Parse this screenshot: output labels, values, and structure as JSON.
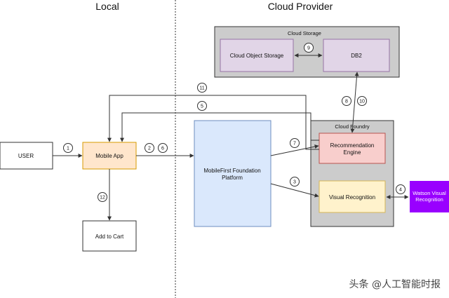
{
  "headings": {
    "local": "Local",
    "cloud": "Cloud Provider"
  },
  "groups": {
    "cloud_storage": "Cloud Storage",
    "cloud_foundry": "Cloud Foundry"
  },
  "nodes": {
    "user": "USER",
    "mobile_app": "Mobile App",
    "add_to_cart": "Add to Cart",
    "mobilefirst_line1": "MobileFirst Foundation",
    "mobilefirst_line2": "Platform",
    "cloud_object_storage": "Cloud Object Storage",
    "db2": "DB2",
    "recommendation_line1": "Recommendation",
    "recommendation_line2": "Engine",
    "visual_recognition": "Visual Recognition",
    "watson_line1": "Watson Visual",
    "watson_line2": "Recognition"
  },
  "steps": {
    "s1": "1",
    "s2": "2",
    "s3": "3",
    "s4": "4",
    "s5": "5",
    "s6": "6",
    "s7": "7",
    "s8": "8",
    "s9": "9",
    "s10": "10",
    "s11": "11",
    "s12": "12"
  },
  "watermark": "头条 @人工智能时报",
  "colors": {
    "group_fill": "#cccccc",
    "storage_node_fill": "#e1d5e7",
    "storage_node_stroke": "#9673a6",
    "app_fill": "#ffe6cc",
    "app_stroke": "#d79b00",
    "platform_fill": "#dae8fc",
    "platform_stroke": "#6c8ebf",
    "rec_fill": "#f8cecc",
    "rec_stroke": "#b85450",
    "visual_fill": "#fff2cc",
    "visual_stroke": "#d6b656",
    "watson_fill": "#9900ff"
  }
}
